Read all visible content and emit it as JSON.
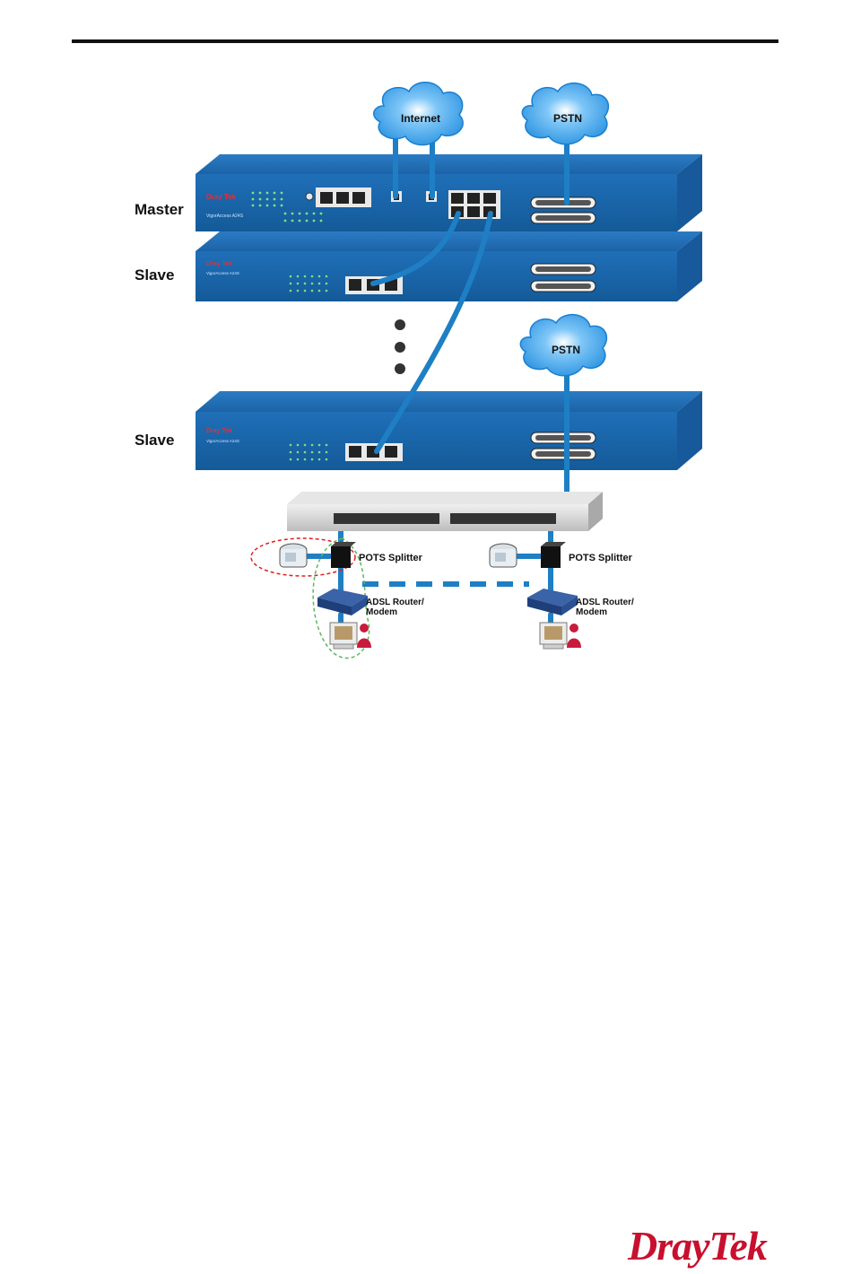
{
  "labels": {
    "master": "Master",
    "slave_1": "Slave",
    "slave_2": "Slave",
    "internet": "Internet",
    "pstn_top": "PSTN",
    "pstn_bottom": "PSTN",
    "splitter_left": "POTS Splitter",
    "splitter_right": "POTS Splitter",
    "router_left_1": "ADSL Router/",
    "router_left_2": "Modem",
    "router_right_1": "ADSL Router/",
    "router_right_2": "Modem"
  },
  "logo": {
    "text": "DrayTek"
  },
  "colors": {
    "device_blue": "#1a63a8",
    "cable_blue": "#1e7fc4",
    "cloud_blue": "#3aa0ea",
    "switch_gray": "#cfcfcf",
    "brand_red": "#c8102e"
  }
}
